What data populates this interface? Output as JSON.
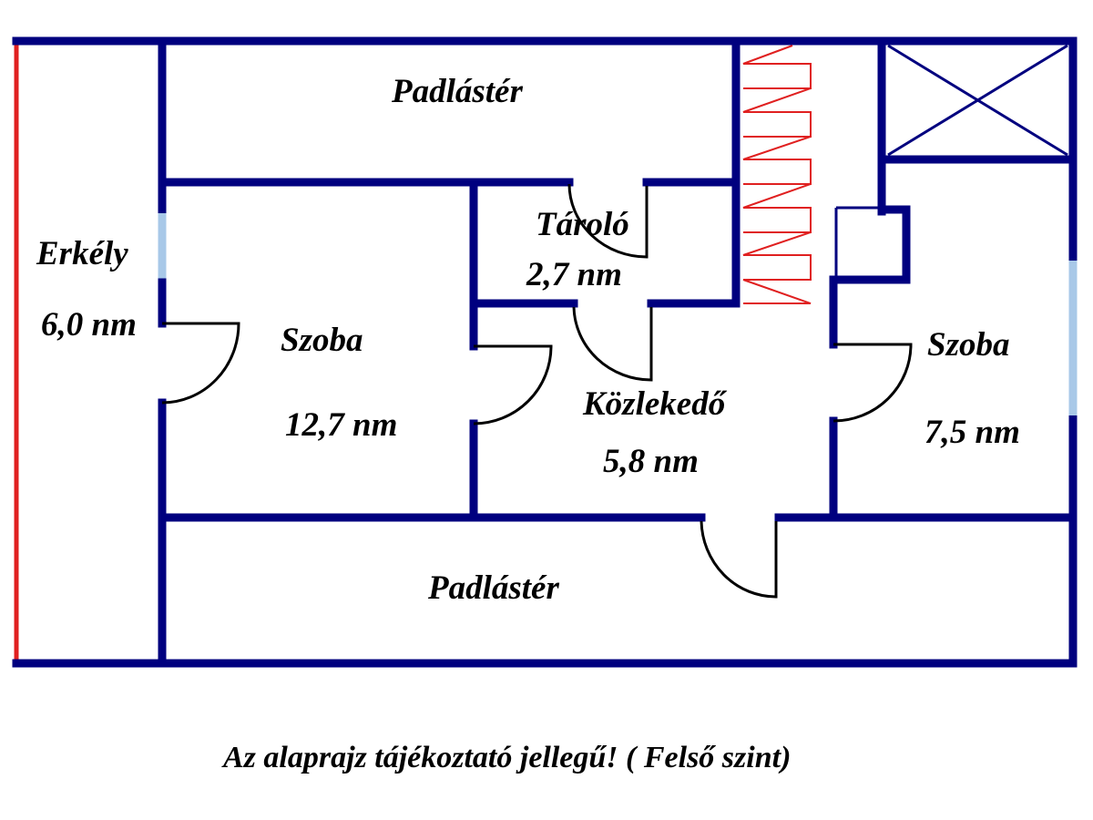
{
  "rooms": {
    "attic_top": {
      "name": "Padlástér"
    },
    "balcony": {
      "name": "Erkély",
      "area": "6,0 nm"
    },
    "room_left": {
      "name": "Szoba",
      "area": "12,7 nm"
    },
    "storage": {
      "name": "Tároló",
      "area": "2,7 nm"
    },
    "hallway": {
      "name": "Közlekedő",
      "area": "5,8 nm"
    },
    "room_right": {
      "name": "Szoba",
      "area": "7,5 nm"
    },
    "attic_bottom": {
      "name": "Padlástér"
    }
  },
  "footer": "Az alaprajz tájékoztató jellegű! ( Felső szint)",
  "colors": {
    "wall": "#00007f",
    "balcony_edge": "#e02020",
    "window": "#a8c8e8",
    "stairs": "#e02020"
  }
}
